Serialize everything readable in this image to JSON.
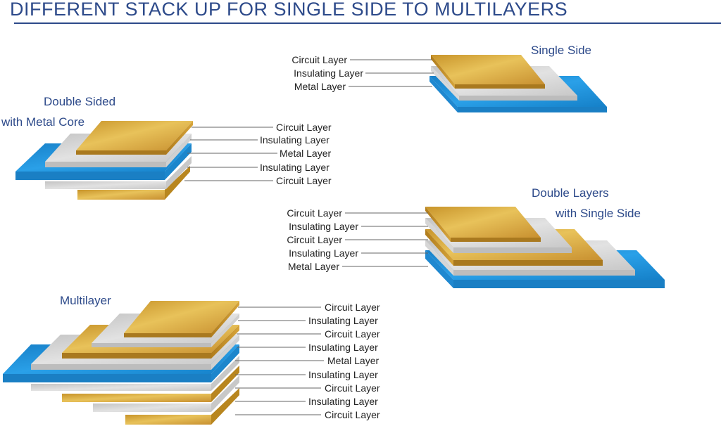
{
  "title": "DIFFERENT STACK UP FOR SINGLE SIDE TO MULTILAYERS",
  "colors": {
    "title": "#2d4a8a",
    "circuit": "#d4a838",
    "insulating": "#cfcfcf",
    "metal": "#1e8fd6",
    "leader": "#555555"
  },
  "single_side": {
    "caption": "Single Side",
    "labels": [
      "Circuit Layer",
      "Insulating Layer",
      "Metal Layer"
    ]
  },
  "double_sided": {
    "caption_line1": "Double Sided",
    "caption_line2": "with Metal Core",
    "labels": [
      "Circuit Layer",
      "Insulating Layer",
      "Metal Layer",
      "Insulating Layer",
      "Circuit Layer"
    ]
  },
  "double_layers": {
    "caption_line1": "Double Layers",
    "caption_line2": "with Single Side",
    "labels": [
      "Circuit Layer",
      "Insulating Layer",
      "Circuit Layer",
      "Insulating Layer",
      "Metal Layer"
    ]
  },
  "multilayer": {
    "caption": "Multilayer",
    "labels": [
      "Circuit Layer",
      "Insulating Layer",
      "Circuit Layer",
      "Insulating Layer",
      "Metal Layer",
      "Insulating Layer",
      "Circuit Layer",
      "Insulating Layer",
      "Circuit Layer"
    ]
  }
}
